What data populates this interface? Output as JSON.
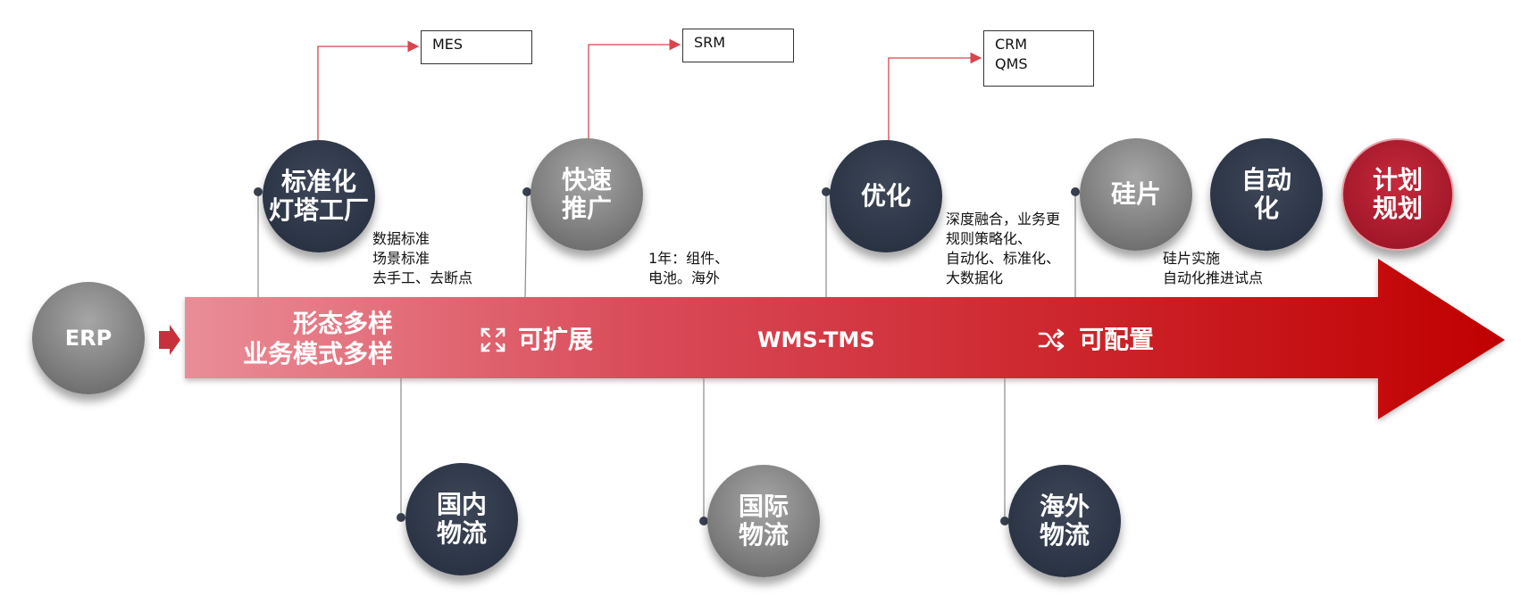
{
  "erp": "ERP",
  "arrow": {
    "text1": "形态多样\n业务模式多样",
    "text2": "可扩展",
    "text3": "WMS-TMS",
    "text4": "可配置"
  },
  "top_circles": {
    "standard": "标准化\n灯塔工厂",
    "fast": "快速\n推广",
    "optimize": "优化",
    "silicon": "硅片",
    "auto": "自动\n化",
    "plan": "计划\n规划"
  },
  "bottom_circles": {
    "domestic": "国内\n物流",
    "intl": "国际\n物流",
    "overseas": "海外\n物流"
  },
  "boxes": {
    "mes": "MES",
    "srm": "SRM",
    "crm_qms": "CRM\nQMS"
  },
  "notes": {
    "n1": "数据标准\n场景标准\n去手工、去断点",
    "n2": "1年：组件、\n电池。海外",
    "n3": "深度融合，业务更\n规则策略化、\n自动化、标准化、\n大数据化",
    "n4": "硅片实施\n自动化推进试点"
  },
  "icons": {
    "expand": "expand-icon",
    "shuffle": "shuffle-icon"
  },
  "colors": {
    "arrow_start": "#e98a94",
    "arrow_end": "#c00000",
    "dark_circle": "#2b3445",
    "gray_circle": "#7d7d7d",
    "red_circle": "#a3182a",
    "connector_red": "#d9444e"
  }
}
